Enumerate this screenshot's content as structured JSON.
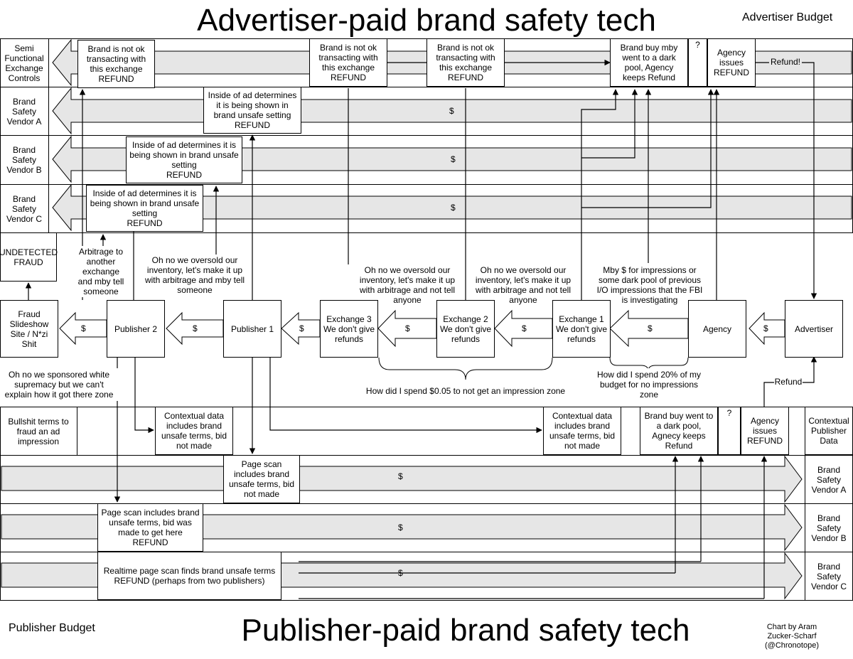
{
  "titles": {
    "top": "Advertiser-paid brand safety tech",
    "bottom": "Publisher-paid brand safety tech",
    "advertiser_budget": "Advertiser Budget",
    "publisher_budget": "Publisher Budget",
    "credit": "Chart by Aram\nZucker-Scharf\n(@Chronotope)"
  },
  "top_lanes": {
    "semi": "Semi\nFunctional\nExchange\nControls",
    "vendor_a": "Brand\nSafety\nVendor A",
    "vendor_b": "Brand\nSafety\nVendor B",
    "vendor_c": "Brand\nSafety\nVendor C"
  },
  "top_boxes": {
    "not_ok_1": "Brand is not ok\ntransacting with\nthis exchange\nREFUND",
    "not_ok_2": "Brand is not ok\ntransacting with\nthis exchange\nREFUND",
    "not_ok_3": "Brand is not ok\ntransacting with\nthis exchange\nREFUND",
    "dark_pool": "Brand buy mby\nwent to a dark\npool, Agency\nkeeps Refund",
    "question": "?",
    "agency_refund": "Agency\nissues\nREFUND",
    "refund_label": "Refund!",
    "inside_a": "Inside of ad determines\nit is being shown in\nbrand unsafe setting\nREFUND",
    "inside_b": "Inside of ad determines it is\nbeing shown in brand unsafe\nsetting\nREFUND",
    "inside_c": "Inside of ad determines it is\nbeing shown in brand unsafe\nsetting\nREFUND",
    "dollar": "$"
  },
  "middle": {
    "undetected": "UNDETECTED\nFRAUD",
    "arbitrage_note": "Arbitrage to\nanother\nexchange\nand mby tell\nsomeone",
    "oversold_pub": "Oh no we oversold our\ninventory, let's make it up\nwith arbitrage and mby tell\nsomeone",
    "oversold_ex3": "Oh no we oversold our\ninventory, let's make it up\nwith arbitrage and not tell\nanyone",
    "oversold_ex2": "Oh no we oversold our\ninventory, let's make it up\nwith arbitrage and not tell\nanyone",
    "fbi": "Mby $ for impressions or\nsome dark pool of previous\nI/O impressions that the FBI\nis investigating",
    "fraud_site": "Fraud\nSlideshow\nSite / N*zi\nShit",
    "publisher2": "Publisher 2",
    "publisher1": "Publisher 1",
    "exchange3": "Exchange 3\nWe don't give\nrefunds",
    "exchange2": "Exchange 2\nWe don't give\nrefunds",
    "exchange1": "Exchange 1\nWe don't give\nrefunds",
    "agency": "Agency",
    "advertiser": "Advertiser",
    "sponsored_zone": "Oh no we sponsored white\nsupremacy but we can't\nexplain how it got there zone",
    "cents_zone": "How did I spend $0.05 to not get an impression zone",
    "percent_zone": "How did I spend 20% of my\nbudget for no impressions\nzone",
    "refund_label": "Refund",
    "dollar": "$"
  },
  "bottom_lanes": {
    "bullshit": "Bullshit terms to\nfraud an ad\nimpression",
    "contextual_pub": "Contextual\nPublisher\nData",
    "vendor_a": "Brand\nSafety\nVendor A",
    "vendor_b": "Brand\nSafety\nVendor B",
    "vendor_c": "Brand\nSafety\nVendor C"
  },
  "bottom_boxes": {
    "contextual_1": "Contextual data\nincludes brand\nunsafe terms, bid\nnot made",
    "contextual_2": "Contextual data\nincludes brand\nunsafe terms, bid\nnot made",
    "dark_pool": "Brand buy went to\na dark pool,\nAgnecy keeps\nRefund",
    "question": "?",
    "agency_refund": "Agency\nissues\nREFUND",
    "page_scan_1": "Page scan\nincludes brand\nunsafe terms, bid\nnot made",
    "page_scan_2": "Page scan includes brand\nunsafe terms, bid was\nmade to get here\nREFUND",
    "realtime": "Realtime page scan finds brand unsafe terms\nREFUND (perhaps from two publishers)",
    "dollar": "$"
  }
}
